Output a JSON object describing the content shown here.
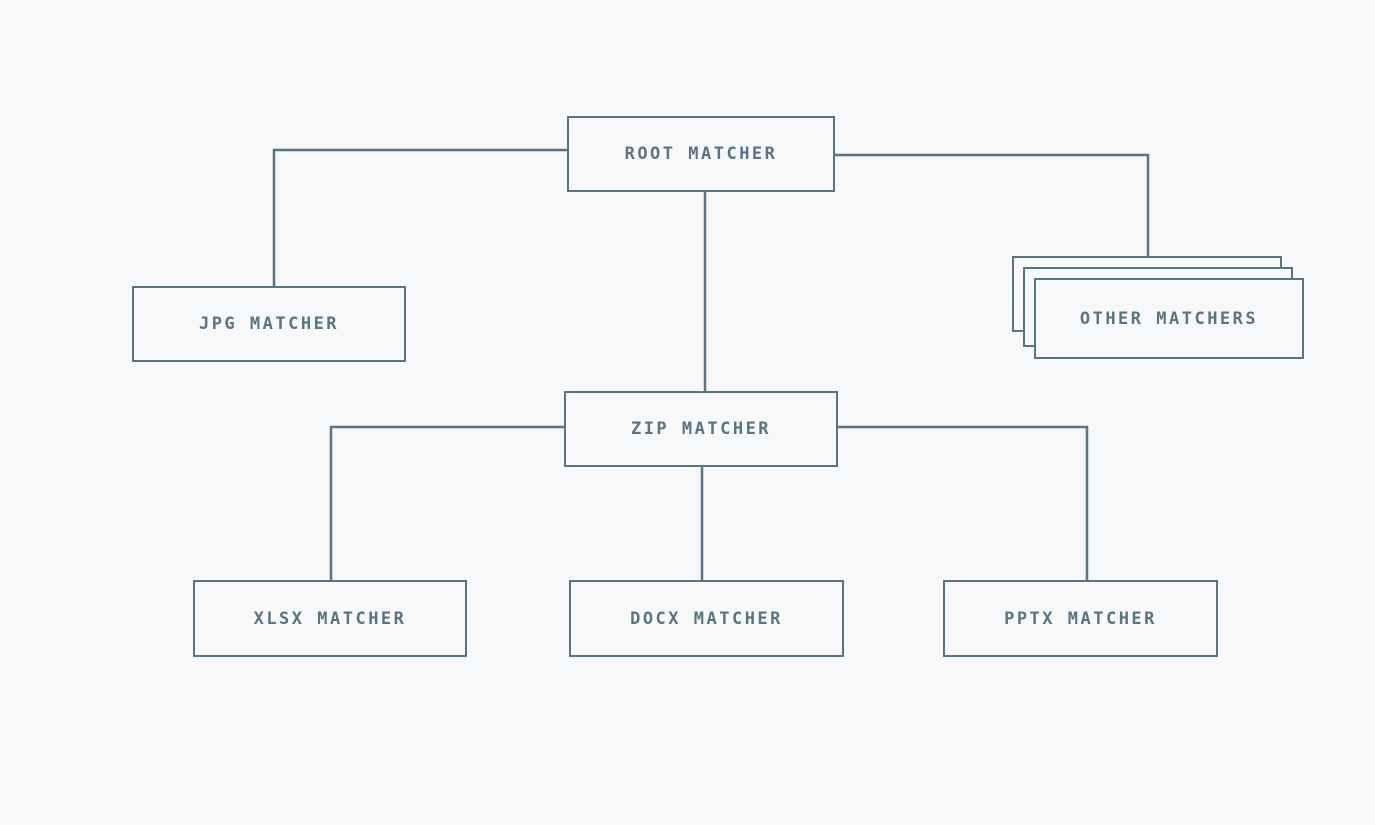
{
  "colors": {
    "background": "#f6f8fa",
    "stroke": "#5a7582",
    "text": "#5a7582"
  },
  "nodes": {
    "root": "ROOT MATCHER",
    "jpg": "JPG MATCHER",
    "zip": "ZIP MATCHER",
    "other": "OTHER MATCHERS",
    "xlsx": "XLSX MATCHER",
    "docx": "DOCX MATCHER",
    "pptx": "PPTX MATCHER"
  },
  "edges": [
    {
      "from": "root",
      "to": "jpg"
    },
    {
      "from": "root",
      "to": "zip"
    },
    {
      "from": "root",
      "to": "other"
    },
    {
      "from": "zip",
      "to": "xlsx"
    },
    {
      "from": "zip",
      "to": "docx"
    },
    {
      "from": "zip",
      "to": "pptx"
    }
  ]
}
